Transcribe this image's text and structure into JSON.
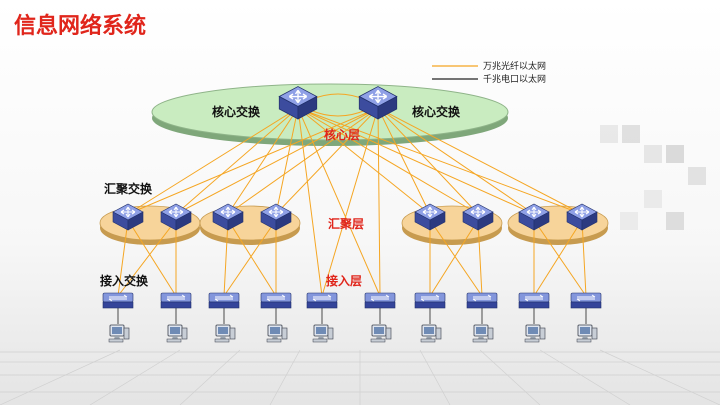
{
  "title": "信息网络系统",
  "legend": {
    "fiber_10g": "万兆光纤以太网",
    "copper_1g": "千兆电口以太网",
    "fiber_color": "#f5a623",
    "copper_color": "#222222"
  },
  "core": {
    "layer_name": "核心层",
    "left_switch_label": "核心交换",
    "right_switch_label": "核心交换",
    "ring_color": "#c9ecc0"
  },
  "aggregation": {
    "layer_name": "汇聚层",
    "section_label": "汇聚交换",
    "ring_color": "#f7d49a"
  },
  "access": {
    "layer_name": "接入层",
    "section_label": "接入交换"
  },
  "colors": {
    "accent_red": "#e0251b",
    "switch_blue": "#3b4f9c"
  }
}
